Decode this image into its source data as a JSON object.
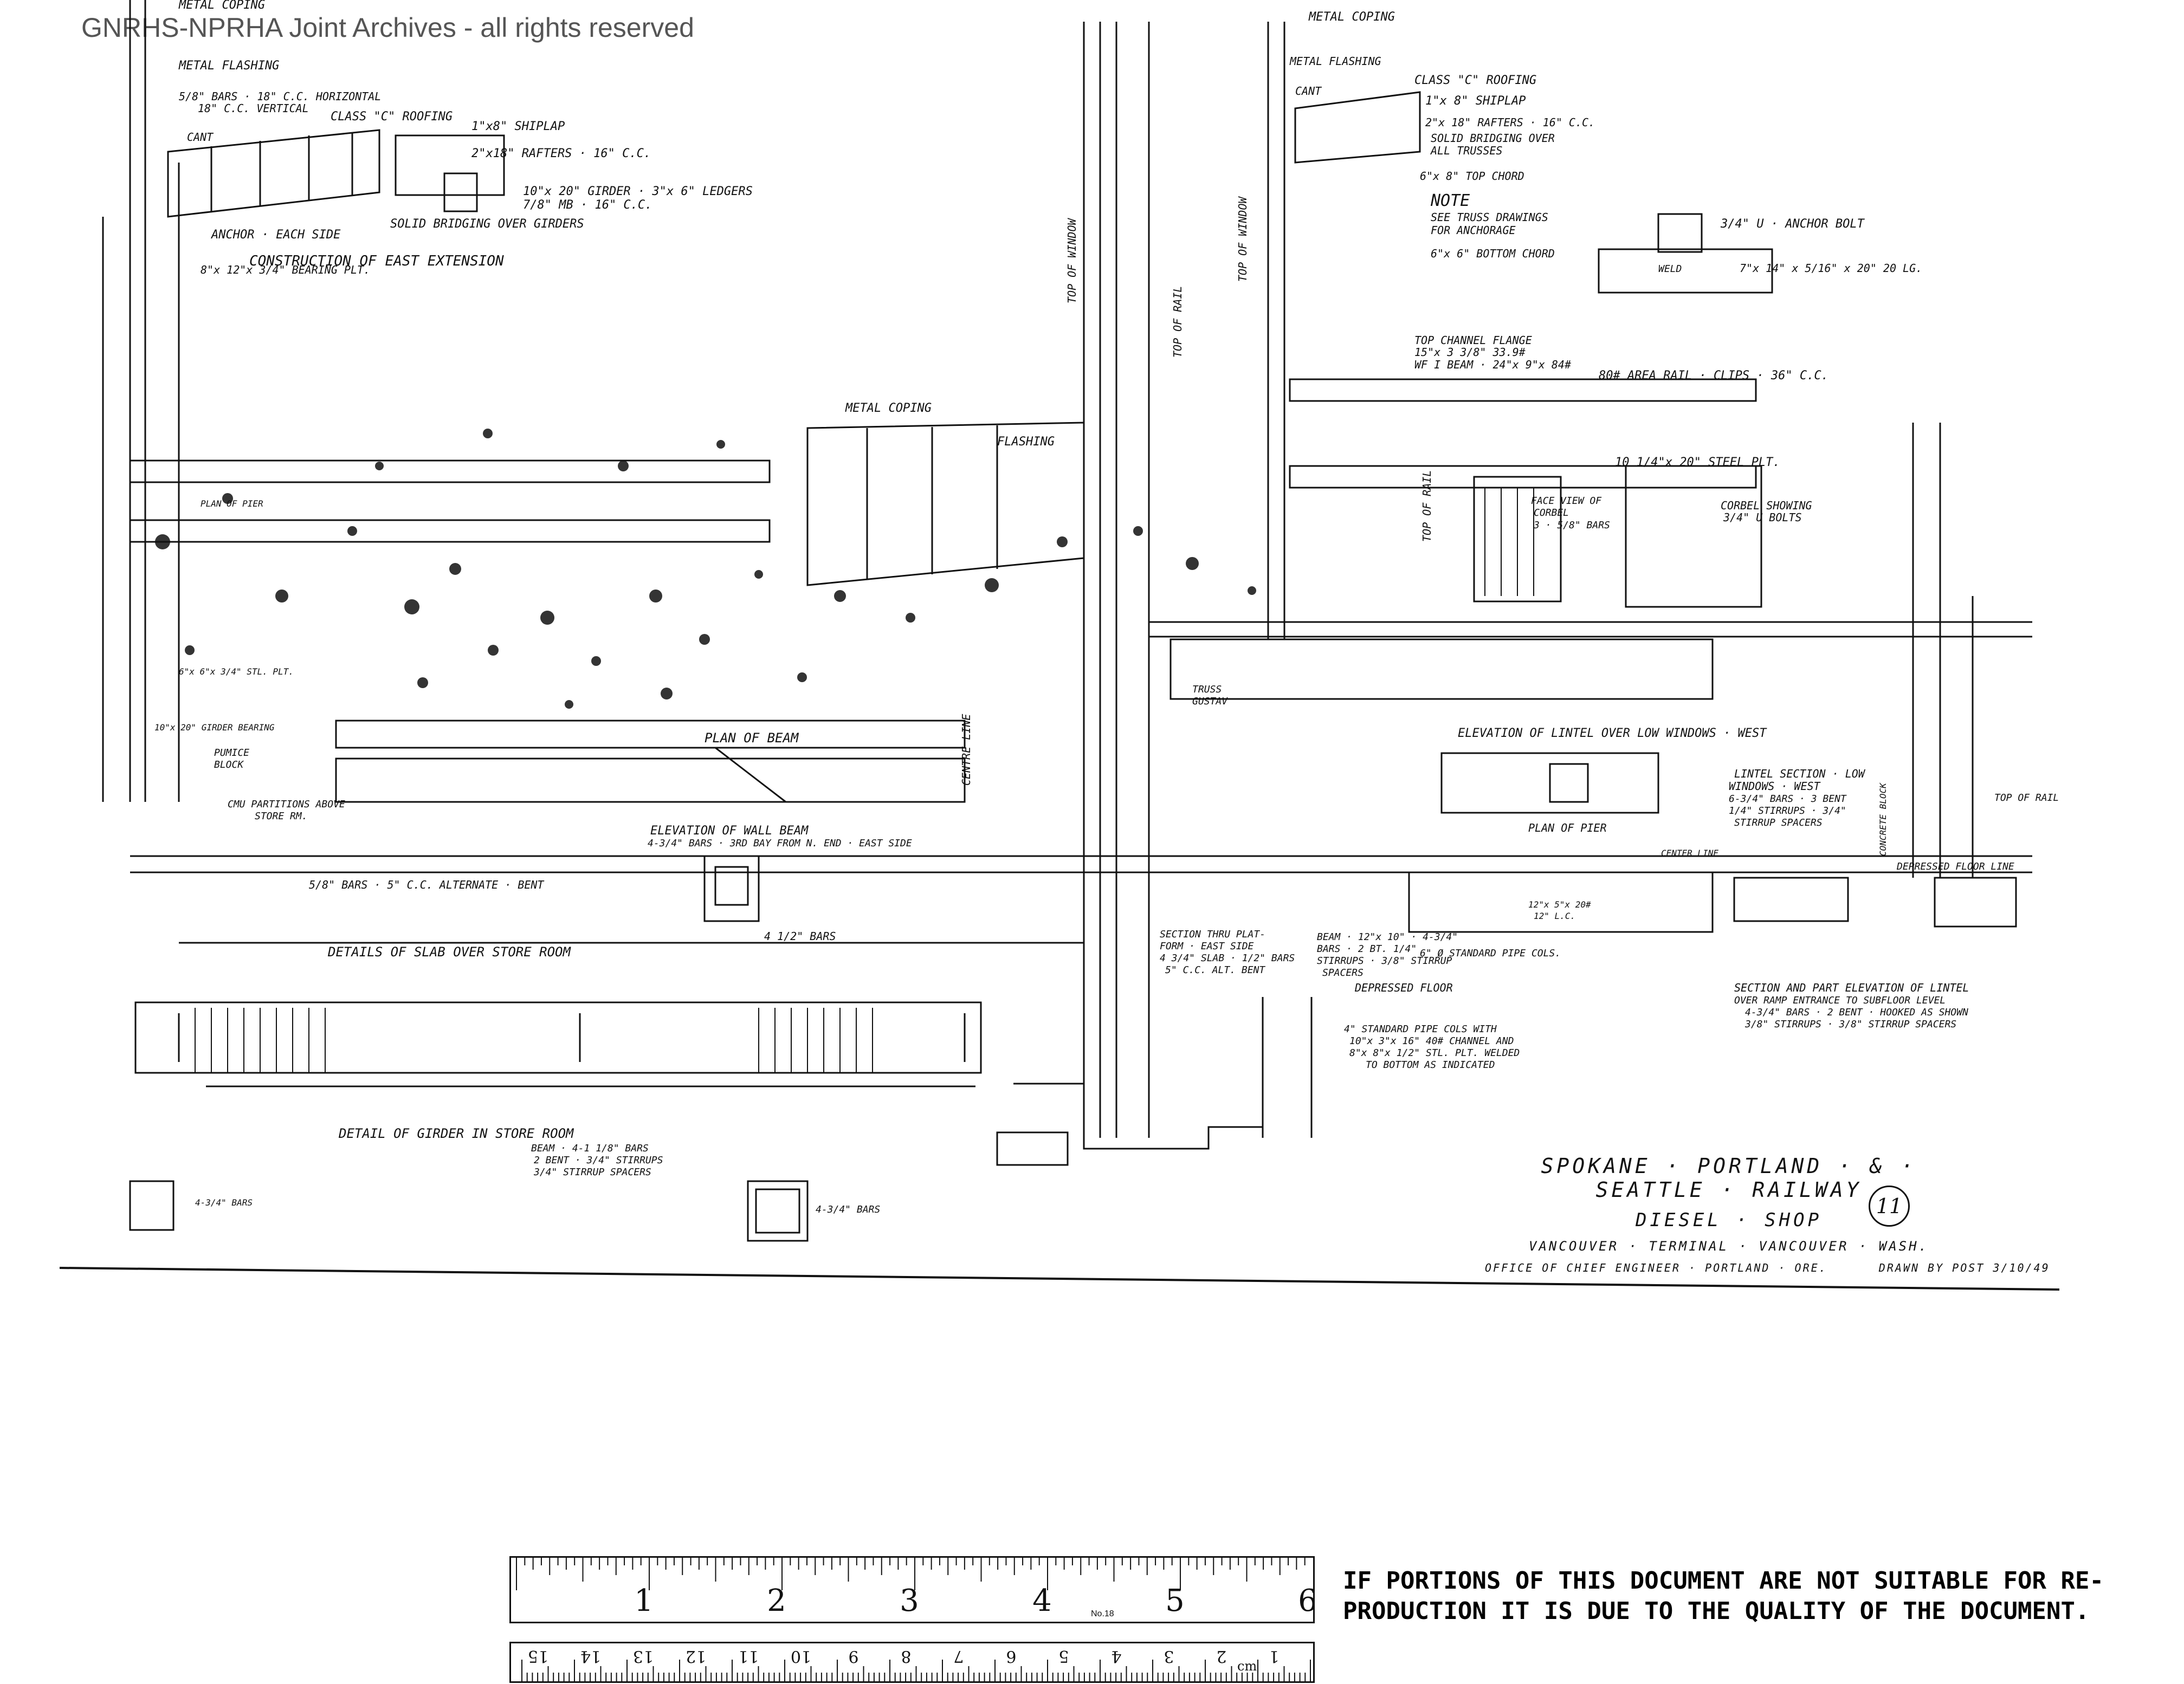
{
  "watermark": "GNRHS-NPRHA Joint Archives - all rights reserved",
  "title_block": {
    "railway": "SPOKANE · PORTLAND · & · SEATTLE · RAILWAY",
    "shop": "DIESEL · SHOP",
    "location": "VANCOUVER · TERMINAL · VANCOUVER · WASH.",
    "office": "OFFICE OF CHIEF ENGINEER · PORTLAND · ORE.",
    "drawn": "DRAWN BY POST 3/10/49",
    "sheet_number": "11"
  },
  "labels": {
    "metal_coping_1": "METAL COPING",
    "metal_flashing": "METAL FLASHING",
    "bars_horizontal": "5/8\" BARS · 18\" C.C. HORIZONTAL",
    "bars_vertical": "18\" C.C. VERTICAL",
    "class_c_roofing_1": "CLASS \"C\" ROOFING",
    "cant": "CANT",
    "shiplap_1": "1\"x8\" SHIPLAP",
    "rafters_1": "2\"x18\" RAFTERS · 16\" C.C.",
    "girder": "10\"x 20\" GIRDER · 3\"x 6\" LEDGERS",
    "mb": "7/8\" MB · 16\" C.C.",
    "anchor": "ANCHOR · EACH SIDE",
    "solid_bridging_girders": "SOLID BRIDGING OVER GIRDERS",
    "construction_east": "CONSTRUCTION OF EAST EXTENSION",
    "bearing_plt": "8\"x 12\"x 3/4\" BEARING PLT.",
    "metal_coping_2": "METAL COPING",
    "metal_flashing_2": "METAL FLASHING",
    "cant_2": "CANT",
    "class_c_roofing_2": "CLASS \"C\" ROOFING",
    "shiplap_2": "1\"x 8\" SHIPLAP",
    "rafters_2": "2\"x 18\" RAFTERS · 16\" C.C.",
    "solid_bridging_trusses_1": "SOLID BRIDGING OVER",
    "solid_bridging_trusses_2": "ALL TRUSSES",
    "top_chord": "6\"x 8\" TOP CHORD",
    "note": "NOTE",
    "note_1": "SEE TRUSS DRAWINGS",
    "note_2": "FOR ANCHORAGE",
    "bottom_chord": "6\"x 6\" BOTTOM CHORD",
    "u_anchor": "3/4\" U · ANCHOR BOLT",
    "weld": "WELD",
    "plate_1": "7\"x 14\" x 5/16\" x 20\" 20 LG.",
    "top_channel_1": "TOP CHANNEL FLANGE",
    "top_channel_2": "15\"x 3 3/8\" 33.9#",
    "top_channel_3": "WF I BEAM · 24\"x 9\"x 84#",
    "area_rail": "80# AREA RAIL · CLIPS · 36\" C.C.",
    "steel_plt": "10 1/4\"x 20\" STEEL PLT.",
    "face_view_1": "FACE VIEW OF",
    "face_view_2": "CORBEL",
    "face_view_3": "3 · 5/8\" BARS",
    "corbel_1": "CORBEL SHOWING",
    "corbel_2": "3/4\" U BOLTS",
    "metal_coping_3": "METAL COPING",
    "flashing_3": "FLASHING",
    "top_of_window_1": "TOP OF WINDOW",
    "top_of_window_2": "TOP OF WINDOW",
    "top_of_rail_1": "TOP OF RAIL",
    "top_of_rail_2": "TOP OF RAIL",
    "plan_of_beam": "PLAN OF BEAM",
    "centre_line": "CENTRE LINE",
    "cmu_partitions_1": "CMU PARTITIONS ABOVE",
    "cmu_partitions_2": "STORE RM.",
    "pumice_1": "PUMICE",
    "pumice_2": "BLOCK",
    "elevation_wall_beam_1": "ELEVATION OF WALL BEAM",
    "elevation_wall_beam_2": "4-3/4\" BARS · 3RD BAY FROM N. END · EAST SIDE",
    "bars_slab": "5/8\" BARS · 5\" C.C. ALTERNATE · BENT",
    "bars_4_1_2": "4 1/2\" BARS",
    "details_slab": "DETAILS OF SLAB OVER STORE ROOM",
    "detail_girder": "DETAIL OF GIRDER IN STORE ROOM",
    "beam_bars_1": "BEAM · 4-1 1/8\" BARS",
    "beam_bars_2": "2 BENT · 3/4\" STIRRUPS",
    "beam_bars_3": "3/4\" STIRRUP SPACERS",
    "bars_box_1": "4-3/4\" BARS",
    "bars_box_2": "4-3/4\" BARS",
    "truss_1": "TRUSS",
    "truss_2": "GUSTAV",
    "elevation_lintel": "ELEVATION OF LINTEL OVER LOW WINDOWS · WEST",
    "plan_pier": "PLAN OF PIER",
    "lintel_section_1": "LINTEL SECTION · LOW",
    "lintel_section_2": "WINDOWS · WEST",
    "lintel_section_3": "6-3/4\" BARS · 3 BENT",
    "lintel_section_4": "1/4\" STIRRUPS · 3/4\"",
    "lintel_section_5": "STIRRUP SPACERS",
    "concrete_block": "CONCRETE BLOCK",
    "top_of_rail_3": "TOP OF RAIL",
    "center_line": "CENTER LINE",
    "depressed_floor_line": "DEPRESSED FLOOR LINE",
    "section_platform_1": "SECTION THRU PLAT-",
    "section_platform_2": "FORM · EAST SIDE",
    "section_platform_3": "4 3/4\" SLAB · 1/2\" BARS",
    "section_platform_4": "5\" C.C. ALT. BENT",
    "beam_section_1": "BEAM · 12\"x 10\" · 4-3/4\"",
    "beam_section_2": "BARS · 2 BT. 1/4\"",
    "beam_section_3": "STIRRUPS · 3/8\" STIRRUP",
    "beam_section_4": "SPACERS",
    "channel_size": "12\"x 5\"x 20#",
    "channel_spacing": "12\" L.C.",
    "std_pipe": "6\" Ø STANDARD PIPE COLS.",
    "depressed_floor": "DEPRESSED FLOOR",
    "pipe_cols_1": "4\" STANDARD PIPE COLS WITH",
    "pipe_cols_2": "10\"x 3\"x 16\" 40# CHANNEL AND",
    "pipe_cols_3": "8\"x 8\"x 1/2\" STL. PLT. WELDED",
    "pipe_cols_4": "TO BOTTOM AS INDICATED",
    "section_part_elev_1": "SECTION AND PART ELEVATION OF LINTEL",
    "section_part_elev_2": "OVER RAMP ENTRANCE TO SUBFLOOR LEVEL",
    "section_part_elev_3": "4-3/4\" BARS · 2 BENT · HOOKED AS SHOWN",
    "section_part_elev_4": "3/8\" STIRRUPS · 3/8\" STIRRUP SPACERS",
    "stl_plt": "6\"x 6\"x 3/4\" STL. PLT.",
    "girder_bearing": "10\"x 20\" GIRDER BEARING",
    "plan_of_pier_2": "PLAN OF PIER"
  },
  "ruler": {
    "inch_marks": [
      "1",
      "2",
      "3",
      "4",
      "5",
      "6"
    ],
    "cm_marks": [
      "15",
      "14",
      "13",
      "12",
      "11",
      "10",
      "9",
      "8",
      "7",
      "6",
      "5",
      "4",
      "3",
      "2",
      "1"
    ],
    "cm_unit": "cm",
    "model": "No.18"
  },
  "notice": "IF PORTIONS OF THIS DOCUMENT ARE NOT SUITABLE FOR RE-PRODUCTION IT IS DUE TO THE QUALITY OF THE DOCUMENT."
}
